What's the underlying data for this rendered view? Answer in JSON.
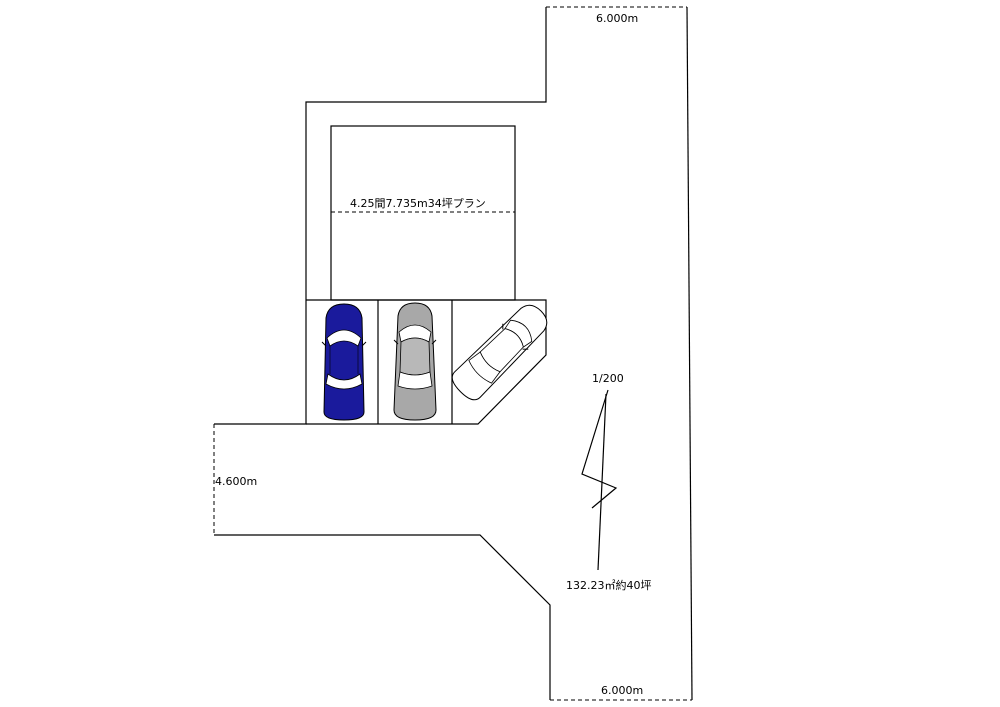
{
  "labels": {
    "top_width": "6.000m",
    "bottom_width": "6.000m",
    "road_width": "4.600m",
    "house_plan": "4.25間7.735m34坪プラン",
    "scale": "1/200",
    "lot_area": "132.23㎡約40坪"
  },
  "cars": [
    {
      "name": "blue-car",
      "color": "#1a1a9c"
    },
    {
      "name": "gray-car",
      "color": "#a8a8a8"
    },
    {
      "name": "white-car",
      "color": "#ffffff"
    }
  ]
}
